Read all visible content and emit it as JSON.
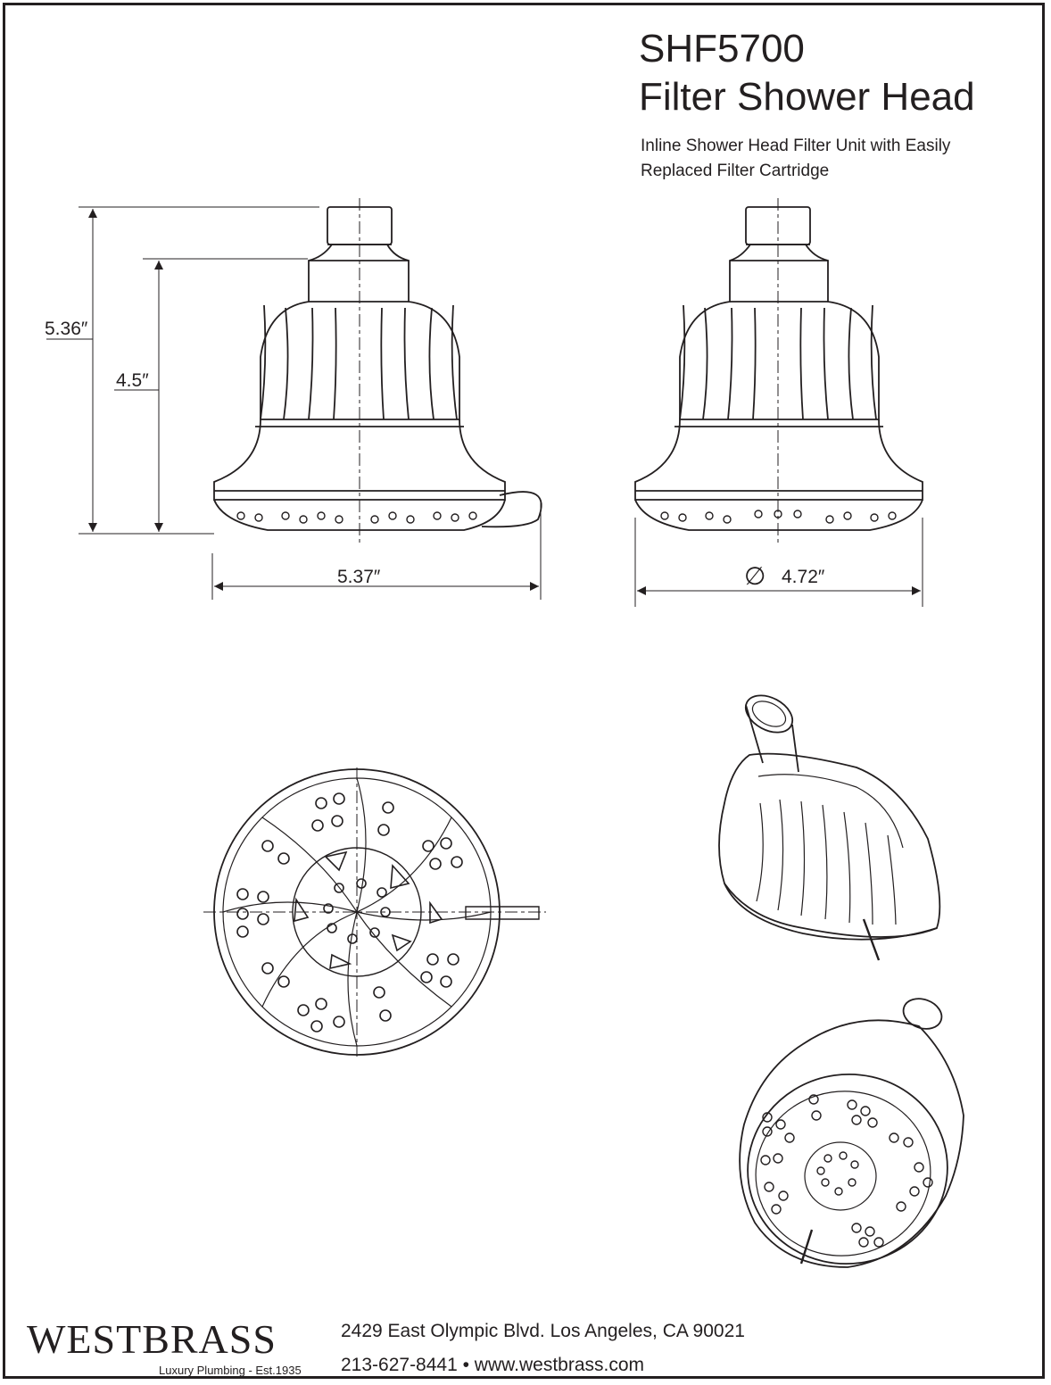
{
  "header": {
    "model": "SHF5700",
    "product_name": "Filter Shower Head",
    "description_line1": "Inline Shower Head Filter Unit with Easily",
    "description_line2": "Replaced Filter Cartridge"
  },
  "dimensions": {
    "overall_height": "5.36″",
    "body_height": "4.5″",
    "width": "5.37″",
    "diameter_symbol": "∅",
    "diameter": "4.72″"
  },
  "footer": {
    "brand": "WESTBRASS",
    "tagline": "Luxury Plumbing - Est.1935",
    "address": "2429 East Olympic Blvd. Los Angeles, CA  90021",
    "contact": "213-627-8441 • www.westbrass.com"
  },
  "colors": {
    "ink": "#231f20",
    "paper": "#ffffff"
  }
}
